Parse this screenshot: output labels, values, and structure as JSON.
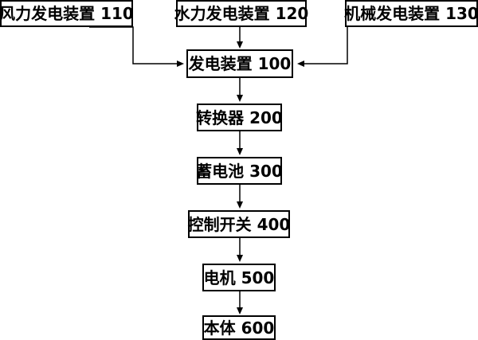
{
  "nodes": {
    "wind_generator": "风力发电装置 110",
    "hydro_generator": "水力发电装置 120",
    "mechanical_generator": "机械发电装置 130",
    "generator": "发电装置 100",
    "converter": "转换器 200",
    "battery": "蓄电池 300",
    "control_switch": "控制开关 400",
    "motor": "电机 500",
    "body": "本体 600"
  },
  "colors": {
    "stroke": "#000000",
    "background": "#ffffff"
  }
}
